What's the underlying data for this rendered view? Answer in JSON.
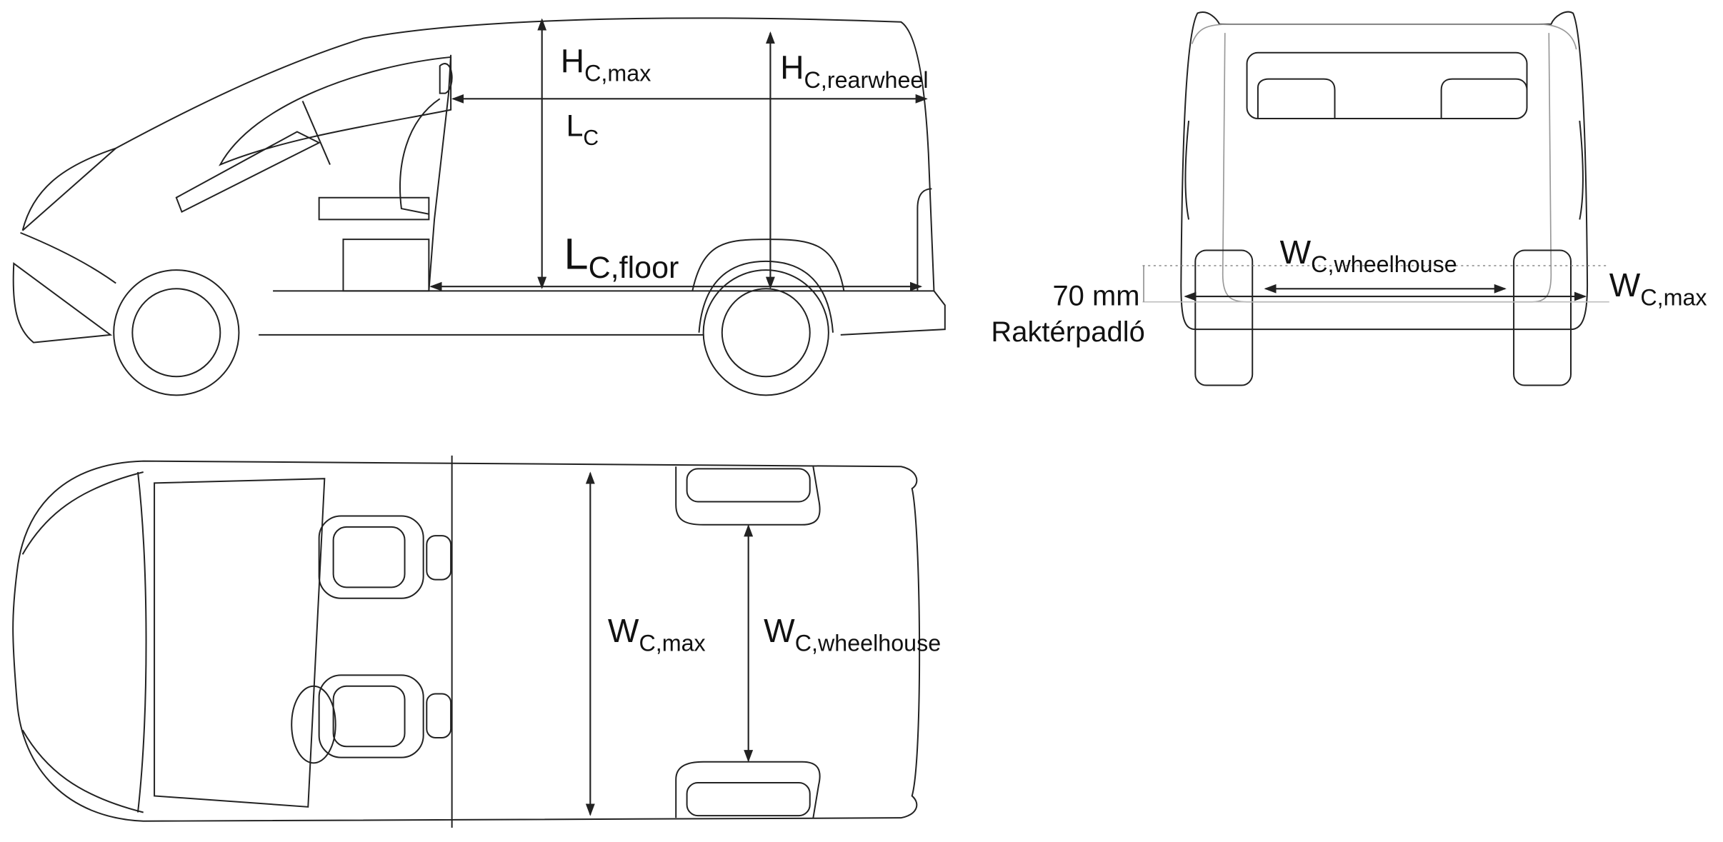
{
  "side_view": {
    "h_max": {
      "main": "H",
      "sub": "C,max"
    },
    "h_rearwheel": {
      "main": "H",
      "sub": "C,rearwheel"
    },
    "l_c": {
      "main": "L",
      "sub": "C"
    },
    "l_floor": {
      "main": "L",
      "sub": "C,floor"
    }
  },
  "rear_view": {
    "w_wheelhouse": {
      "main": "W",
      "sub": "C,wheelhouse"
    },
    "w_max": {
      "main": "W",
      "sub": "C,max"
    },
    "offset_label": "70 mm",
    "floor_label": "Raktérpadló"
  },
  "top_view": {
    "w_max": {
      "main": "W",
      "sub": "C,max"
    },
    "w_wheelhouse": {
      "main": "W",
      "sub": "C,wheelhouse"
    }
  }
}
